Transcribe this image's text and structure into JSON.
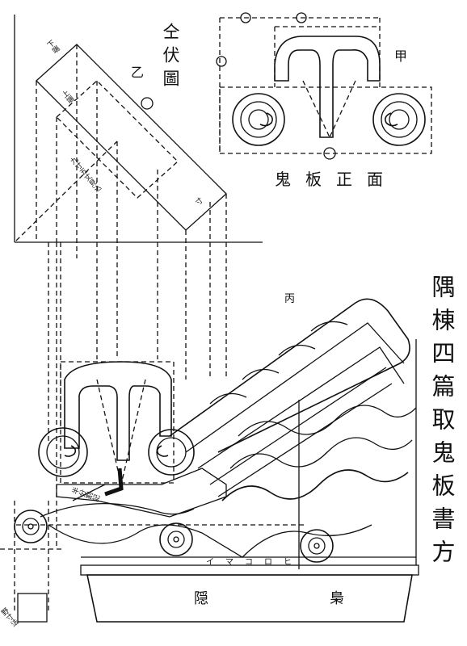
{
  "title_vertical": "隅棟四篇取鬼板書方",
  "front_view_title": "鬼板正面",
  "plan_title": "仝伏圖",
  "labels": {
    "ko": "甲",
    "otsu": "乙",
    "hei": "丙",
    "imakoro": "イマコロヒ",
    "sen": "梟",
    "in": "隠",
    "hanwari": "半分割記",
    "shitaba": "下端",
    "uwaba": "上端",
    "kyoku_sunpo": "九寸五丈見込",
    "bottom_left": "野寸法",
    "small_mark": "寸"
  }
}
